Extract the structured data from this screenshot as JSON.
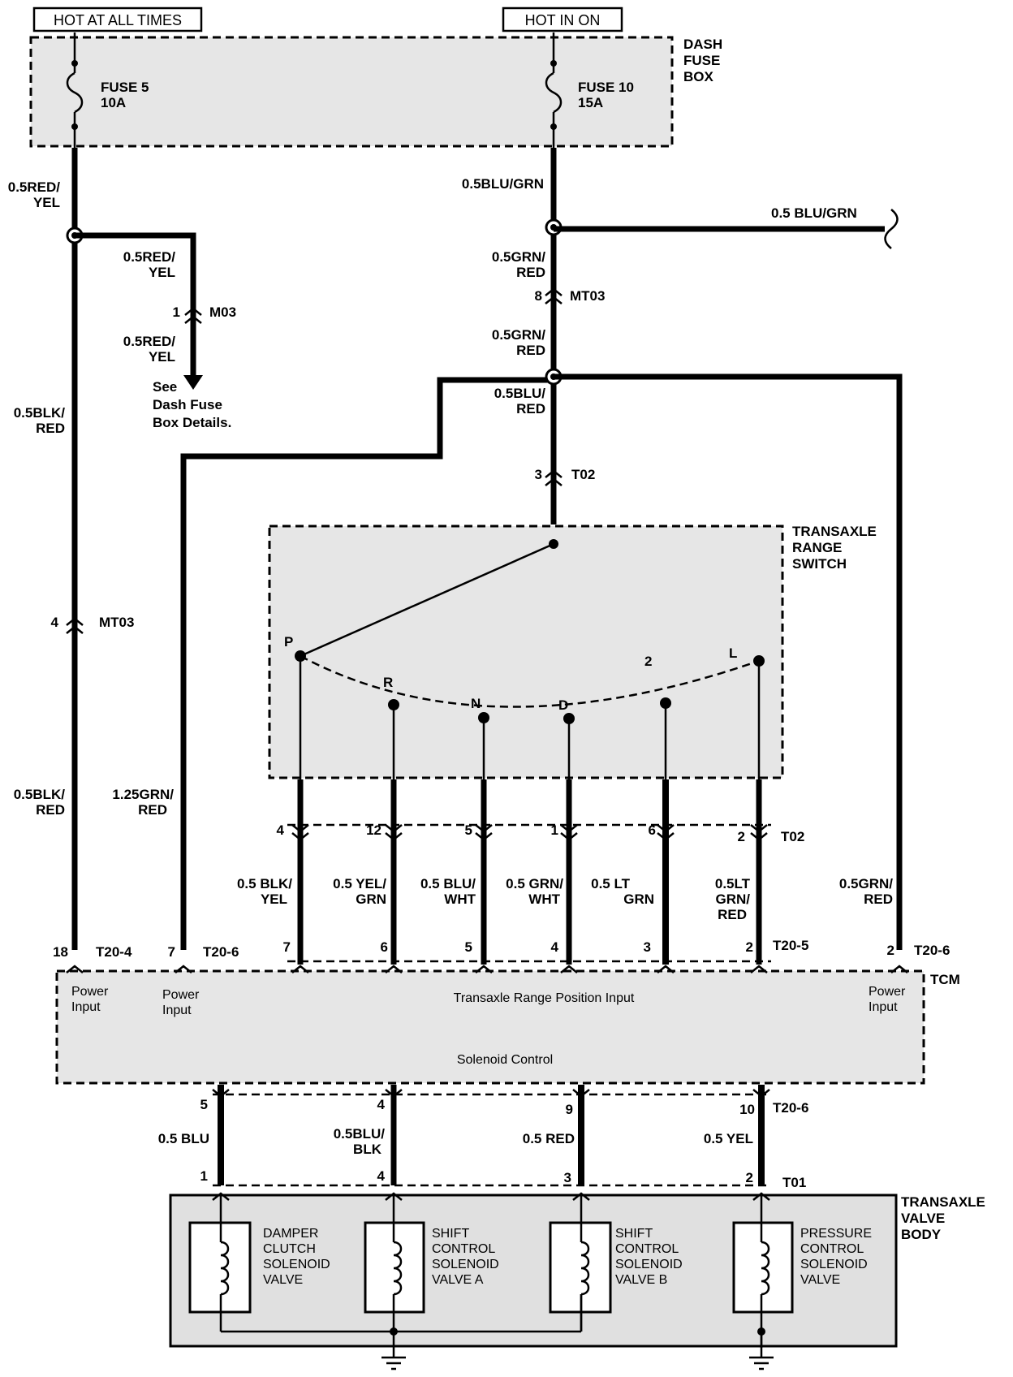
{
  "headers": {
    "hot_all_times": "HOT AT ALL TIMES",
    "hot_in_on": "HOT IN ON"
  },
  "dash_fuse_box": {
    "title_1": "DASH",
    "title_2": "FUSE",
    "title_3": "BOX",
    "fuse5_name": "FUSE 5",
    "fuse5_rating": "10A",
    "fuse10_name": "FUSE 10",
    "fuse10_rating": "15A"
  },
  "wires": {
    "red_yel_a1": "0.5RED/",
    "red_yel_a2": "YEL",
    "red_yel_b1": "0.5RED/",
    "red_yel_b2": "YEL",
    "red_yel_c1": "0.5RED/",
    "red_yel_c2": "YEL",
    "blk_red_a1": "0.5BLK/",
    "blk_red_a2": "RED",
    "blk_red_b1": "0.5BLK/",
    "blk_red_b2": "RED",
    "grn_red_125_1": "1.25GRN/",
    "grn_red_125_2": "RED",
    "blu_grn_main": "0.5BLU/GRN",
    "blu_grn_right": "0.5 BLU/GRN",
    "grn_red_a1": "0.5GRN/",
    "grn_red_a2": "RED",
    "grn_red_b1": "0.5GRN/",
    "grn_red_b2": "RED",
    "blu_red_1": "0.5BLU/",
    "blu_red_2": "RED",
    "grn_red_right_1": "0.5GRN/",
    "grn_red_right_2": "RED"
  },
  "connectors": {
    "m03": "M03",
    "m03_pin": "1",
    "mt03_top": "MT03",
    "mt03_top_pin": "8",
    "mt03_left": "MT03",
    "mt03_left_pin": "4",
    "t02_top": "T02",
    "t02_top_pin": "3",
    "t02_row": "T02",
    "t20_4": "T20-4",
    "t20_4_pin": "18",
    "t20_6_left": "T20-6",
    "t20_6_left_pin": "7",
    "t20_5": "T20-5",
    "t20_6_right": "T20-6",
    "t20_6_right_pin": "2",
    "t20_6_bottom": "T20-6",
    "t01": "T01"
  },
  "see_note": {
    "line1": "See",
    "line2": "Dash Fuse",
    "line3": "Box Details."
  },
  "range_switch": {
    "title_1": "TRANSAXLE",
    "title_2": "RANGE",
    "title_3": "SWITCH",
    "positions": [
      "P",
      "R",
      "N",
      "D",
      "2",
      "L"
    ]
  },
  "switch_outputs": [
    {
      "top_pin": "4",
      "wire_1": "0.5 BLK/",
      "wire_2": "YEL",
      "wire_3": "",
      "tcm_pin": "7"
    },
    {
      "top_pin": "12",
      "wire_1": "0.5 YEL/",
      "wire_2": "GRN",
      "wire_3": "",
      "tcm_pin": "6"
    },
    {
      "top_pin": "5",
      "wire_1": "0.5 BLU/",
      "wire_2": "WHT",
      "wire_3": "",
      "tcm_pin": "5"
    },
    {
      "top_pin": "1",
      "wire_1": "0.5 GRN/",
      "wire_2": "WHT",
      "wire_3": "",
      "tcm_pin": "4"
    },
    {
      "top_pin": "6",
      "wire_1": "0.5 LT",
      "wire_2": "GRN",
      "wire_3": "",
      "tcm_pin": "3"
    },
    {
      "top_pin": "2",
      "wire_1": "0.5LT",
      "wire_2": "GRN/",
      "wire_3": "RED",
      "tcm_pin": "2"
    }
  ],
  "tcm": {
    "title": "TCM",
    "power_input_1": "Power",
    "power_input_2": "Input",
    "range_input": "Transaxle Range Position Input",
    "solenoid_control": "Solenoid Control"
  },
  "solenoid_circuits": [
    {
      "tcm_pin": "5",
      "wire_1": "0.5 BLU",
      "wire_2": "",
      "body_pin": "1"
    },
    {
      "tcm_pin": "4",
      "wire_1": "0.5BLU/",
      "wire_2": "BLK",
      "body_pin": "4"
    },
    {
      "tcm_pin": "9",
      "wire_1": "0.5 RED",
      "wire_2": "",
      "body_pin": "3"
    },
    {
      "tcm_pin": "10",
      "wire_1": "0.5 YEL",
      "wire_2": "",
      "body_pin": "2"
    }
  ],
  "valve_body": {
    "title_1": "TRANSAXLE",
    "title_2": "VALVE",
    "title_3": "BODY",
    "valves": [
      {
        "l1": "DAMPER",
        "l2": "CLUTCH",
        "l3": "SOLENOID",
        "l4": "VALVE"
      },
      {
        "l1": "SHIFT",
        "l2": "CONTROL",
        "l3": "SOLENOID",
        "l4": "VALVE A"
      },
      {
        "l1": "SHIFT",
        "l2": "CONTROL",
        "l3": "SOLENOID",
        "l4": "VALVE B"
      },
      {
        "l1": "PRESSURE",
        "l2": "CONTROL",
        "l3": "SOLENOID",
        "l4": "VALVE"
      }
    ]
  }
}
